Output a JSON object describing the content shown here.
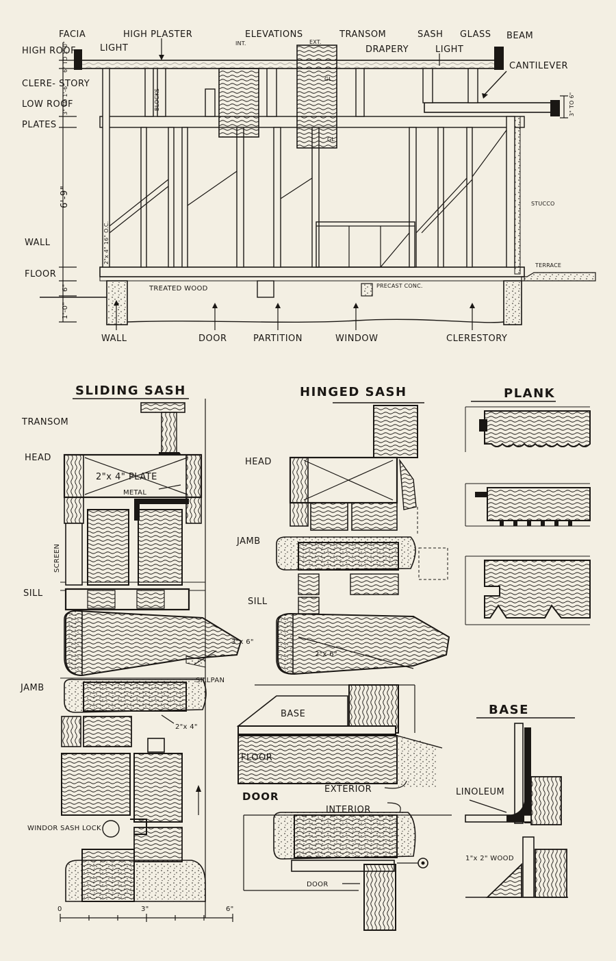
{
  "section": {
    "left_labels": {
      "high_roof": "HIGH ROOF",
      "clerestory": "CLERE- STORY",
      "low_roof": "LOW ROOF",
      "plates": "PLATES",
      "wall": "WALL",
      "floor": "FLOOR"
    },
    "dims": {
      "d1": "6\" TO 1'-0\"",
      "d2": "3\" TO 1'-6\"",
      "d3": "6'-9\"",
      "d4": "6\"",
      "d5": "1'-0\"",
      "d6": "3\" TO 6\""
    },
    "top_labels": {
      "facia": "FACIA",
      "light_1": "LIGHT",
      "high_plaster": "HIGH PLASTER",
      "elevations": "ELEVATIONS",
      "int": "INT.",
      "ext": "EXT.",
      "transom": "TRANSOM",
      "drapery": "DRAPERY",
      "sash": "SASH",
      "light_2": "LIGHT",
      "glass": "GLASS",
      "beam": "BEAM",
      "cantilever": "CANTILEVER"
    },
    "inner_labels": {
      "blocks": "BLOCKS",
      "gl_1": "GL.",
      "gl_2": "GL",
      "stud": "2\"x 4\" 16\" O.C.",
      "stucco": "STUCCO",
      "terrace": "TERRACE",
      "treated_wood": "TREATED WOOD",
      "precast": "PRECAST CONC."
    },
    "bottom_labels": {
      "wall": "WALL",
      "door": "DOOR",
      "partition": "PARTITION",
      "window": "WINDOW",
      "clerestory": "CLERESTORY"
    }
  },
  "sliding_sash": {
    "title": "SLIDING SASH",
    "transom": "TRANSOM",
    "head": "HEAD",
    "plate": "2\"x 4\" PLATE",
    "metal": "METAL",
    "screen": "SCREEN",
    "sill": "SILL",
    "lumber_sill": "3\"x 6\"",
    "sillpan": "SILLPAN",
    "jamb": "JAMB",
    "lumber_jamb": "2\"x 4\"",
    "lock": "WINDOR SASH LOCK",
    "scale_mid": "3\"",
    "scale_end": "6\"",
    "scale_zero": "0"
  },
  "hinged_sash": {
    "title": "HINGED SASH",
    "head": "HEAD",
    "jamb": "JAMB",
    "sill": "SILL",
    "lumber_sill": "2\"x 6\""
  },
  "door_detail": {
    "base": "BASE",
    "floor": "FLOOR",
    "exterior": "EXTERIOR",
    "door_heading": "DOOR",
    "interior": "INTERIOR",
    "door_label": "DOOR"
  },
  "plank": {
    "title": "PLANK"
  },
  "base_detail": {
    "title": "BASE",
    "linoleum": "LINOLEUM",
    "wood": "1\"x 2\" WOOD"
  }
}
